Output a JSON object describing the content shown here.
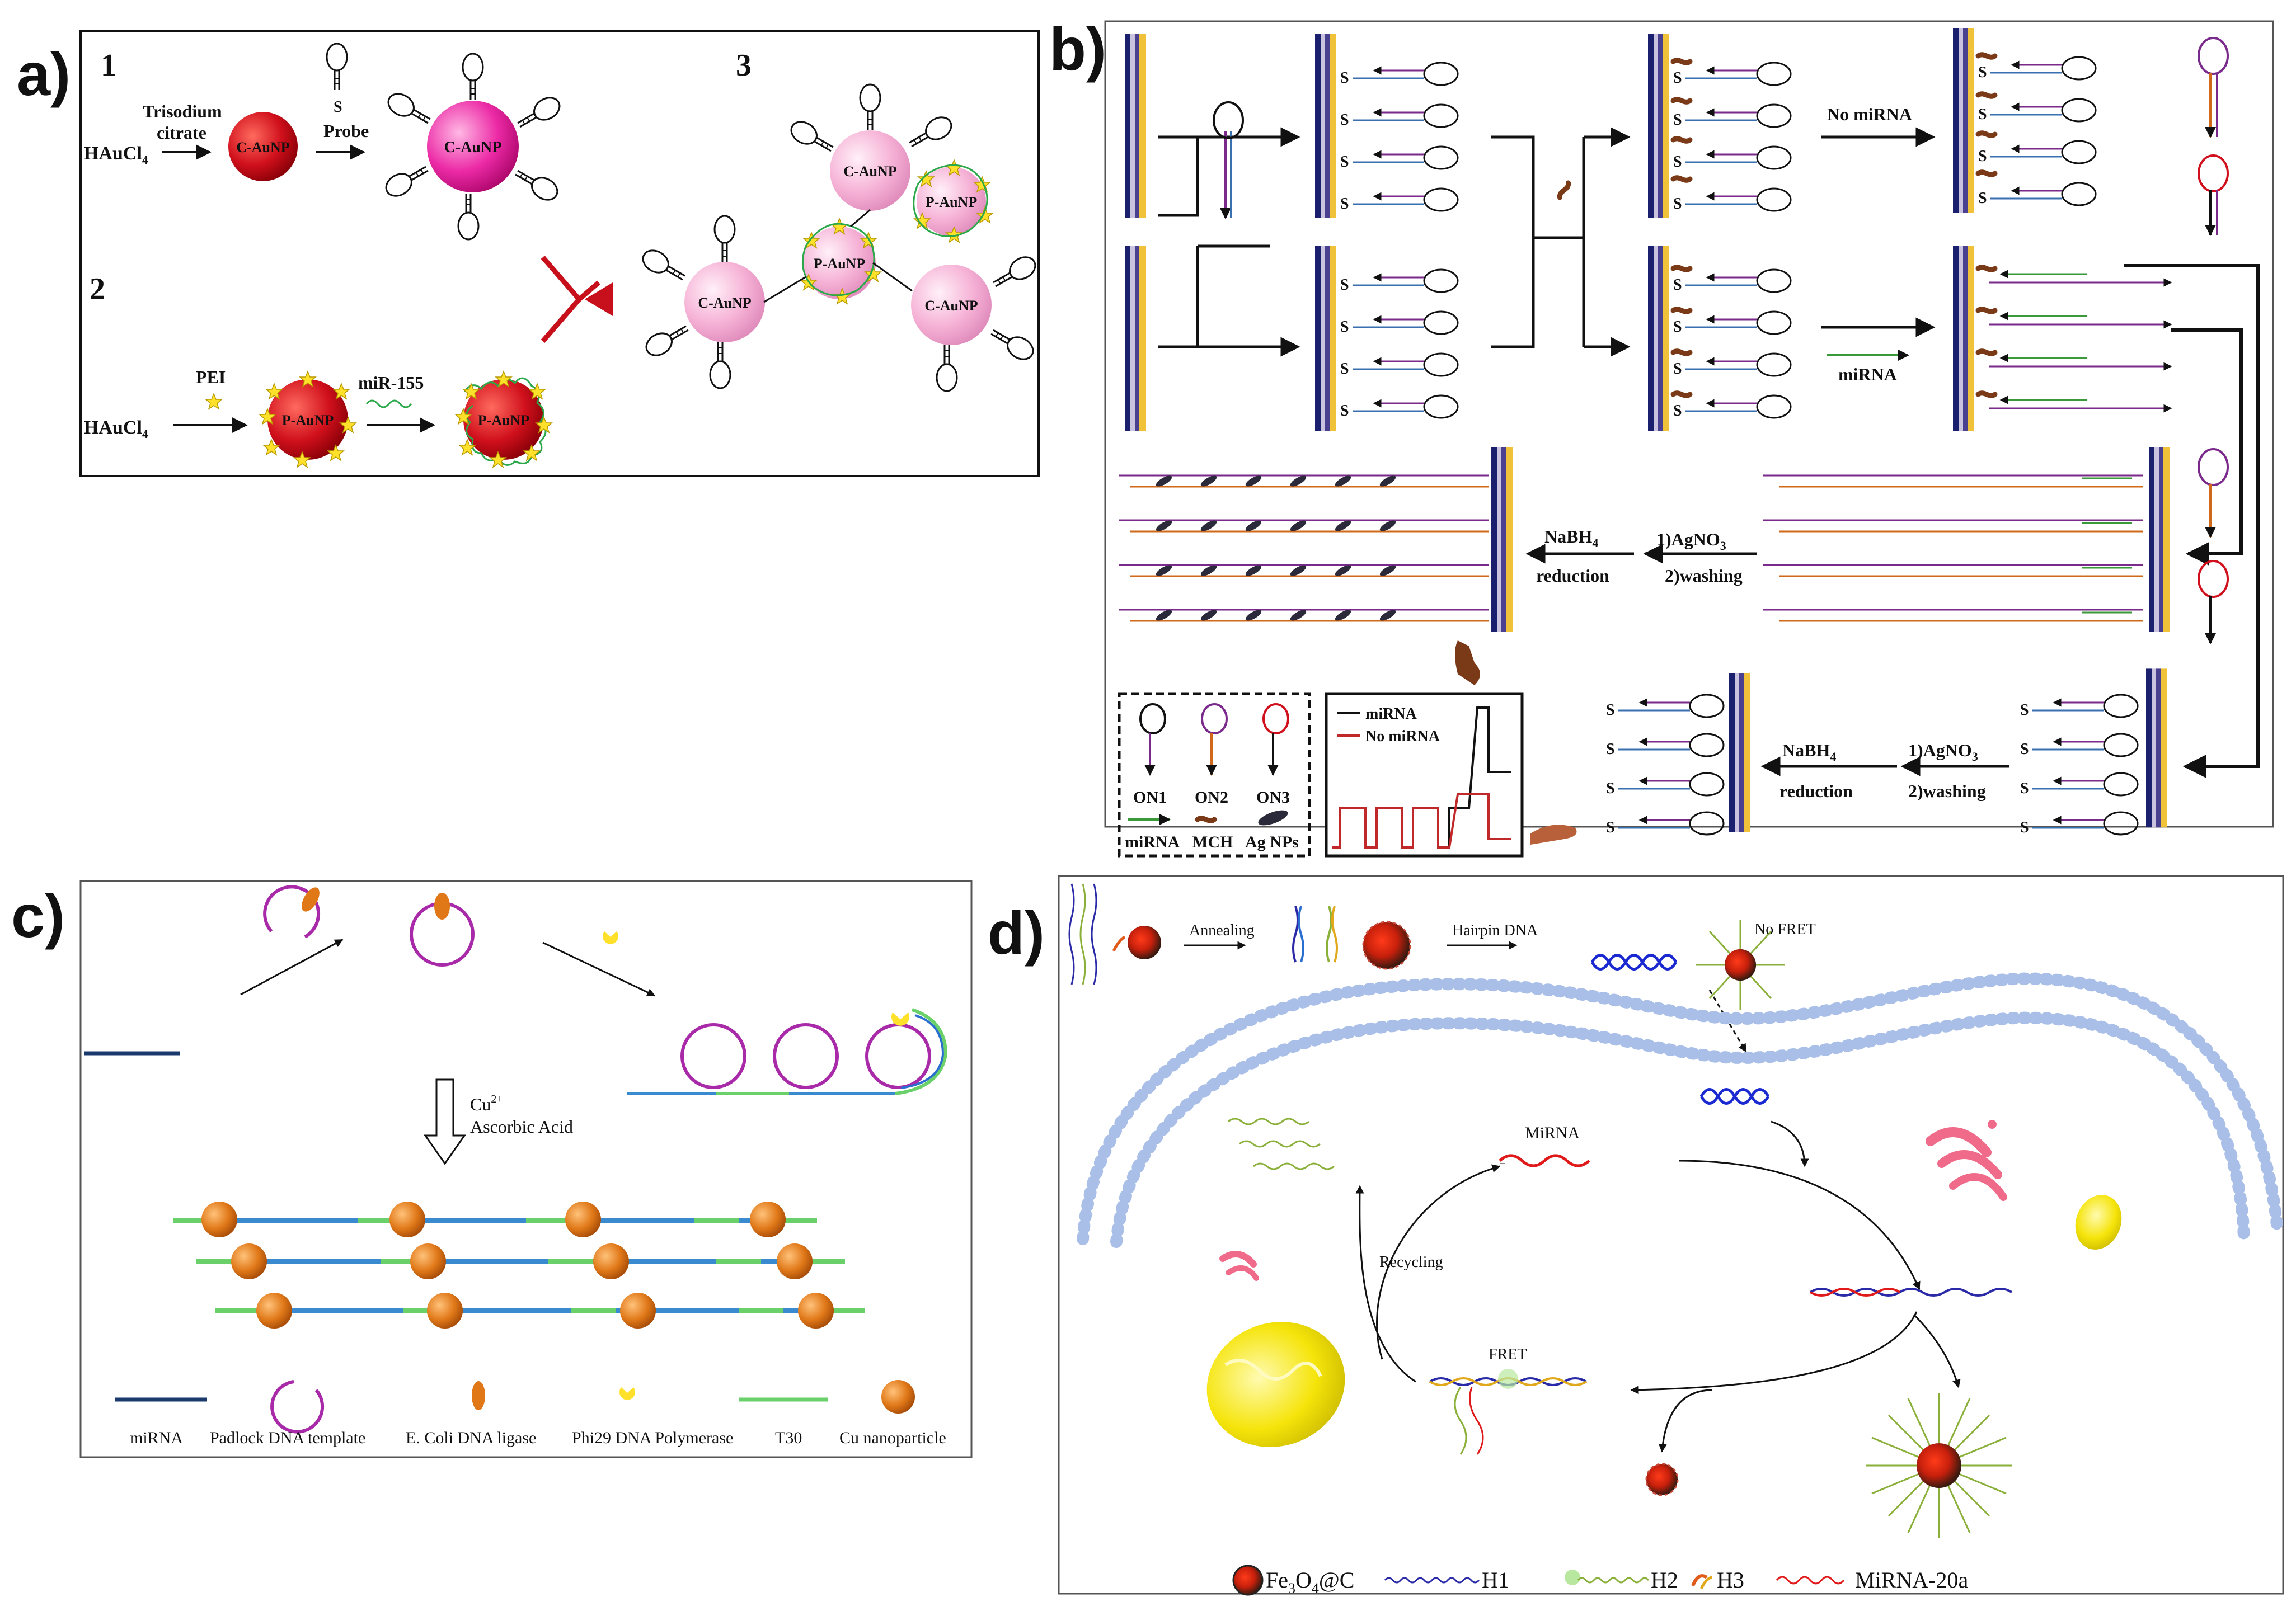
{
  "figure": {
    "panel_a": {
      "letter": "a)",
      "step1_number": "1",
      "step2_number": "2",
      "step3_number": "3",
      "haucl4_top": "HAuCl",
      "haucl4_bottom": "HAuCl",
      "subscript_4": "4",
      "reagent_trisodium_line1": "Trisodium",
      "reagent_trisodium_line2": "citrate",
      "probe_label": "Probe",
      "thiol_label": "S",
      "cAuNP_label": "C-AuNP",
      "pAuNP_label": "P-AuNP",
      "pei_label": "PEI",
      "mir155_label": "miR-155"
    },
    "panel_b": {
      "letter": "b)",
      "no_mirna_label": "No miRNA",
      "mirna_label": "miRNA",
      "step_agno3": "1)AgNO",
      "agno3_sub": "3",
      "step_washing": "2)washing",
      "nabh4": "NaBH",
      "nabh4_sub": "4",
      "reduction": "reduction",
      "legend": {
        "on1": "ON1",
        "on2": "ON2",
        "on3": "ON3",
        "mirna": "miRNA",
        "mch": "MCH",
        "ag_nps": "Ag NPs"
      },
      "signal_legend": {
        "series_mirna": "miRNA",
        "series_no_mirna": "No miRNA"
      }
    },
    "panel_c": {
      "letter": "c)",
      "cu_label_line1": "Cu",
      "cu_superscript": "2+",
      "cu_label_line2": "Ascorbic Acid",
      "legend": [
        "miRNA",
        "Padlock DNA template",
        "E. Coli DNA ligase",
        "Phi29 DNA Polymerase",
        "T30",
        "Cu nanoparticle"
      ]
    },
    "panel_d": {
      "letter": "d)",
      "annealing": "Annealing",
      "hairpin_dna": "Hairpin DNA",
      "no_fret": "No FRET",
      "mirna_label": "MiRNA",
      "recycling": "Recycling",
      "fret": "FRET",
      "legend": {
        "fe3o4": "Fe",
        "fe3o4_sub1": "3",
        "fe3o4_o": "O",
        "fe3o4_sub2": "4",
        "fe3o4_c": "@C",
        "h1": "H1",
        "h2": "H2",
        "h3": "H3",
        "mirna20a": "MiRNA-20a"
      }
    },
    "colors": {
      "gold_particle": "#c8101c",
      "pink_particle": "#f5a9cf",
      "magenta_particle": "#e8159a",
      "star_yellow": "#ffe02a",
      "membrane_blue": "#a9bfe8",
      "cu_orange": "#e07818",
      "strand_blue": "#2a6fd0",
      "strand_green": "#6ad06a",
      "padlock_purple": "#a82aa8"
    }
  }
}
